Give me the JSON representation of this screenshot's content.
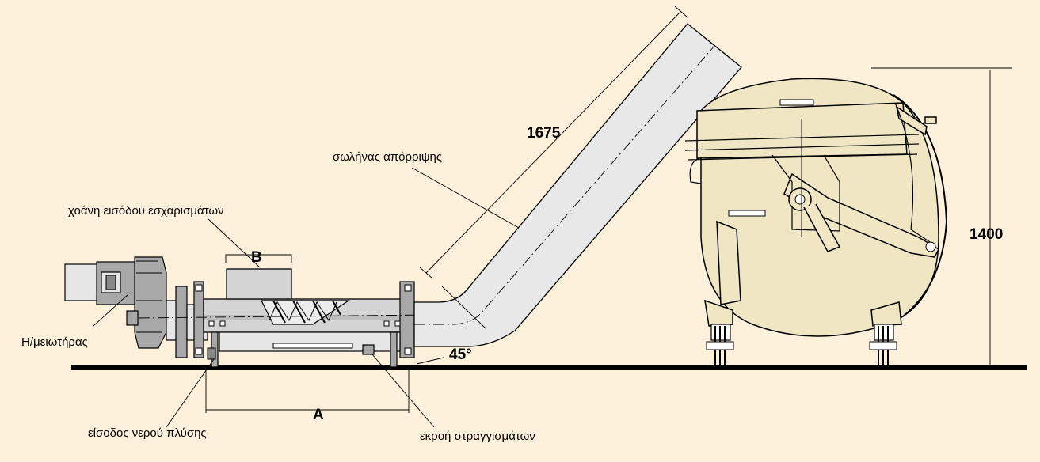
{
  "labels": {
    "motor": "Η/μειωτήρας",
    "hopper": "χοάνη εισόδου εσχαρισμάτων",
    "discharge_pipe": "σωλήνας απόρριψης",
    "wash_water_inlet": "είσοδος νερού πλύσης",
    "drain_outlet": "εκροή στραγγισμάτων"
  },
  "dimensions": {
    "pipe_length": "1675",
    "bin_height": "1400",
    "angle": "45°",
    "dim_a": "A",
    "dim_b": "B"
  },
  "colors": {
    "background": "#fdf1dc",
    "bin_fill": "#f1e6c4",
    "steel_fill": "#d4d4d4"
  }
}
